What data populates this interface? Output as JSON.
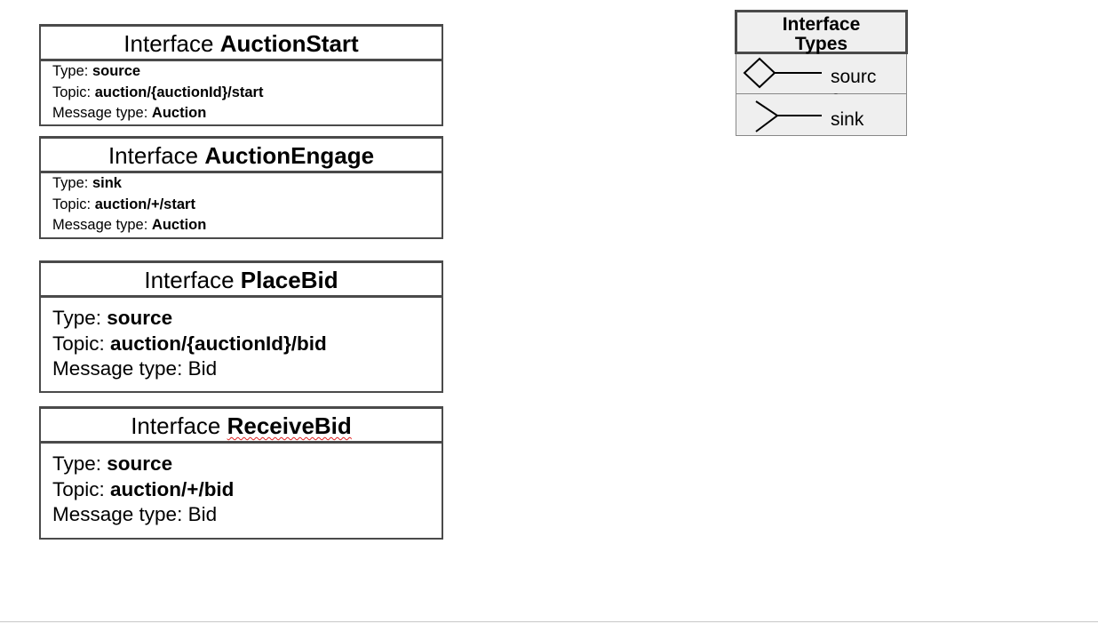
{
  "interfaces": [
    {
      "prefix": "Interface",
      "name": "AuctionStart",
      "type_label": "Type:",
      "type_value": "source",
      "topic_label": "Topic:",
      "topic_value": "auction/{auctionId}/start",
      "message_label": "Message type:",
      "message_value": "Auction"
    },
    {
      "prefix": "Interface",
      "name": "AuctionEngage",
      "type_label": "Type:",
      "type_value": "sink",
      "topic_label": "Topic:",
      "topic_value": "auction/+/start",
      "message_label": "Message type:",
      "message_value": "Auction"
    },
    {
      "prefix": "Interface",
      "name": "PlaceBid",
      "type_label": "Type:",
      "type_value": "source",
      "topic_label": "Topic:",
      "topic_value": "auction/{auctionId}/bid",
      "message_label": "Message type:",
      "message_value": "Bid"
    },
    {
      "prefix": "Interface",
      "name": "ReceiveBid",
      "type_label": "Type:",
      "type_value": "source",
      "topic_label": "Topic:",
      "topic_value": "auction/+/bid",
      "message_label": "Message type:",
      "message_value": "Bid"
    }
  ],
  "legend": {
    "title_line1": "Interface",
    "title_line2": "Types",
    "source_text_1": "sourc",
    "source_text_2": "e",
    "source_icon": "diamond-line-icon",
    "sink_text": "sink",
    "sink_icon": "fork-line-icon"
  }
}
